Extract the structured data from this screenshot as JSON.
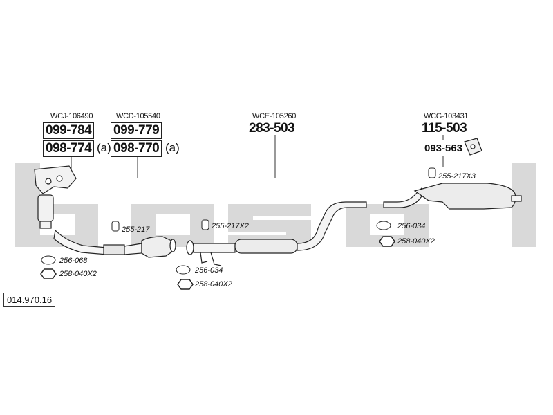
{
  "diagram_id": "014.970.16",
  "watermark": "bosal",
  "group_manifold": {
    "ref": "WCJ-106490",
    "part_a": "099-784",
    "part_b": "098-774",
    "suffix": "(a)"
  },
  "group_catalyst": {
    "ref": "WCD-105540",
    "part_a": "099-779",
    "part_b": "098-770",
    "suffix": "(a)"
  },
  "group_middle": {
    "ref": "WCE-105260",
    "part": "283-503"
  },
  "group_rear": {
    "ref": "WCG-103431",
    "part": "115-503",
    "bracket_part": "093-563"
  },
  "fittings": {
    "clamp_1": "255-217",
    "clamp_2": "255-217X2",
    "clamp_3": "255-217X3",
    "gasket_1": "256-068",
    "nut_1": "258-040X2",
    "gasket_2": "256-034",
    "nut_2": "258-040X2",
    "gasket_3": "256-034",
    "nut_3": "258-040X2"
  }
}
